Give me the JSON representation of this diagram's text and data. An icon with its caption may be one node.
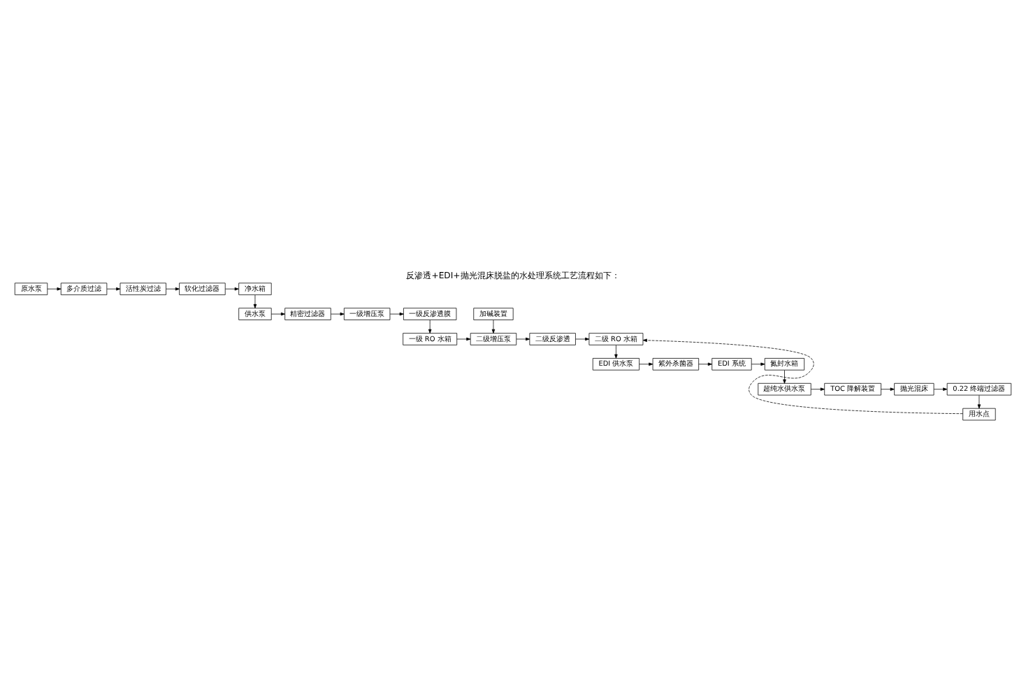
{
  "diagram": {
    "title": "反渗透+EDI+抛光混床脱盐的水处理系统工艺流程如下：",
    "nodes": [
      {
        "text": [
          "原水泵"
        ]
      },
      {
        "text": [
          "多介质过滤"
        ]
      },
      {
        "text": [
          "活性炭过滤"
        ]
      },
      {
        "text": [
          "软化过滤器"
        ]
      },
      {
        "text": [
          "净水箱"
        ]
      },
      {
        "text": [
          "供水泵"
        ]
      },
      {
        "text": [
          "精密过滤器"
        ]
      },
      {
        "text": [
          "一级增压泵"
        ]
      },
      {
        "text": [
          "一级反渗透膜"
        ]
      },
      {
        "text": [
          "加碱装置"
        ]
      },
      {
        "text": [
          "一级 RO 水箱"
        ]
      },
      {
        "text": [
          "二级增压泵"
        ]
      },
      {
        "text": [
          "二级反渗透"
        ]
      },
      {
        "text": [
          "二级 RO 水箱"
        ]
      },
      {
        "text": [
          "EDI 供水泵"
        ]
      },
      {
        "text": [
          "紫外杀菌器"
        ]
      },
      {
        "text": [
          "EDI 系统"
        ]
      },
      {
        "text": [
          "氮封水箱"
        ]
      },
      {
        "text": [
          "超纯水供水泵"
        ]
      },
      {
        "text": [
          "TOC 降解装置"
        ]
      },
      {
        "text": [
          "抛光混床"
        ]
      },
      {
        "text": [
          "0.22 终端过滤器"
        ]
      },
      {
        "text": [
          "用水点"
        ]
      }
    ],
    "edges": [
      {
        "from": 0,
        "to": 1,
        "arrow": "to"
      },
      {
        "from": 1,
        "to": 2,
        "arrow": "to"
      },
      {
        "from": 2,
        "to": 3,
        "arrow": "to"
      },
      {
        "from": 3,
        "to": 4,
        "arrow": "to"
      },
      {
        "from": 4,
        "to": 5,
        "arrow": "to"
      },
      {
        "from": 5,
        "to": 6,
        "arrow": "to"
      },
      {
        "from": 6,
        "to": 7,
        "arrow": "to"
      },
      {
        "from": 7,
        "to": 8,
        "arrow": "to"
      },
      {
        "from": 8,
        "to": 10,
        "arrow": "to"
      },
      {
        "from": 9,
        "to": 11,
        "arrow": "to"
      },
      {
        "from": 10,
        "to": 11,
        "arrow": "to"
      },
      {
        "from": 11,
        "to": 12,
        "arrow": "to"
      },
      {
        "from": 12,
        "to": 13,
        "arrow": "to"
      },
      {
        "from": 13,
        "to": 14,
        "arrow": "to"
      },
      {
        "from": 14,
        "to": 15,
        "arrow": "to"
      },
      {
        "from": 15,
        "to": 16,
        "arrow": "to"
      },
      {
        "from": 16,
        "to": 17,
        "arrow": "to"
      },
      {
        "from": 17,
        "to": 18,
        "arrow": "to"
      },
      {
        "from": 18,
        "to": 19,
        "arrow": "to"
      },
      {
        "from": 19,
        "to": 20,
        "arrow": "to"
      },
      {
        "from": 20,
        "to": 21,
        "arrow": "to"
      },
      {
        "from": 21,
        "to": 22,
        "arrow": "to"
      },
      {
        "from": 22,
        "to": 13,
        "arrow": "to",
        "style": "dashed"
      }
    ]
  }
}
